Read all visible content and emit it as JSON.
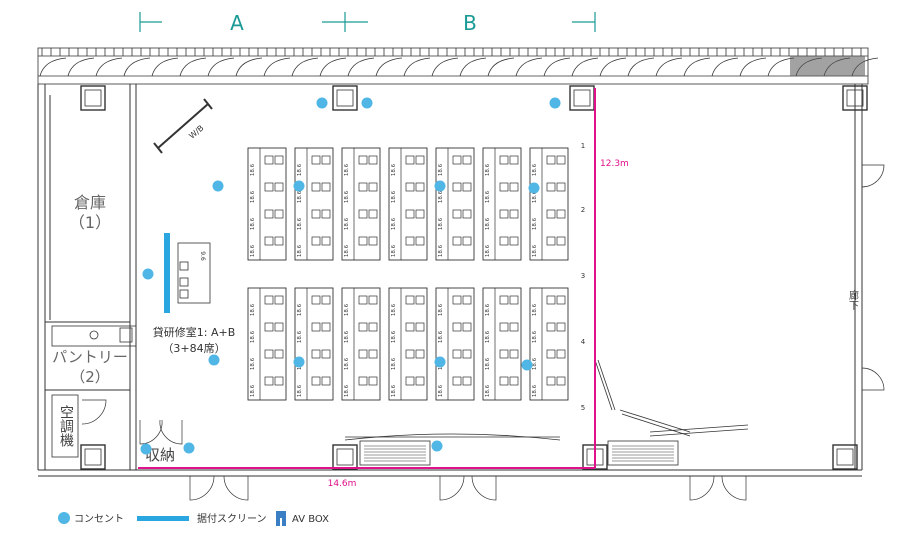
{
  "zones": {
    "a": "A",
    "b": "B"
  },
  "rooms": {
    "storage": [
      "倉庫",
      "（1）"
    ],
    "pantry": [
      "パントリー",
      "（2）"
    ],
    "hvac": "空調機",
    "closet": "収納",
    "main_title": "貸研修室1: A+B",
    "main_capacity": "（3+84席）",
    "corridor": "廊下",
    "whiteboard": "W/B"
  },
  "dimensions": {
    "depth": "12.3m",
    "width": "14.6m",
    "marks": [
      "1",
      "2",
      "3",
      "4",
      "5"
    ]
  },
  "seating": {
    "seat_label": "18.6",
    "instructor_label": "9.6",
    "columns": 7,
    "blocks": 2,
    "rows_per_block": 4
  },
  "legend": {
    "outlet": "コンセント",
    "screen": "据付スクリーン",
    "avbox": "AV BOX"
  },
  "colors": {
    "outlet": "#4fb6e6",
    "screen": "#2aa6e0",
    "dimension": "#e0118a",
    "zone_label": "#1a9a95",
    "line": "#333333"
  }
}
